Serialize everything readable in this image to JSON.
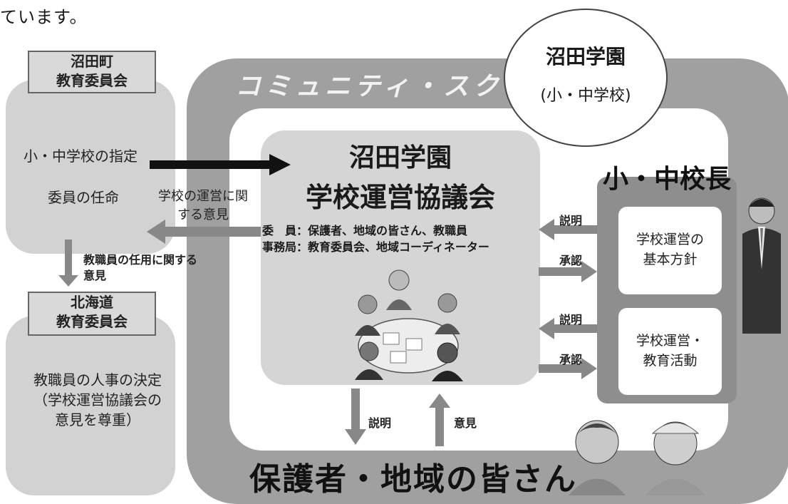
{
  "intro": {
    "line1": "ています。"
  },
  "left": {
    "town_board": {
      "line1": "沼田町",
      "line2": "教育委員会"
    },
    "town_items": [
      "小・中学校の指定",
      "委員の任命"
    ],
    "hokkaido_board": {
      "line1": "北海道",
      "line2": "教育委員会"
    },
    "hokkaido_items": [
      "教職員の人事の決定",
      "（学校運営協議会の",
      "意見を尊重）"
    ],
    "opinion_arrow": {
      "line1": "学校の運営に関",
      "line2": "する意見"
    },
    "staff_opinion": {
      "line1": "教職員の任用に関する",
      "line2": "意見"
    }
  },
  "community_school": {
    "title": "コミュニティ・スクール"
  },
  "numata_gakuen": {
    "name": "沼田学園",
    "sub": "(小・中学校)"
  },
  "council": {
    "title1": "沼田学園",
    "title2": "学校運営協議会",
    "members_label": "委　員：",
    "members": "保護者、地域の皆さん、教職員",
    "office_label": "事務局：",
    "office": "教育委員会、地域コーディネーター"
  },
  "principal": {
    "title": "小・中校長",
    "card1": {
      "line1": "学校運営の",
      "line2": "基本方針"
    },
    "card2": {
      "line1": "学校運営・",
      "line2": "教育活動"
    }
  },
  "arrows": {
    "explain": "説明",
    "approve": "承認",
    "opinion": "意見"
  },
  "bottom": {
    "title": "保護者・地域の皆さん"
  }
}
